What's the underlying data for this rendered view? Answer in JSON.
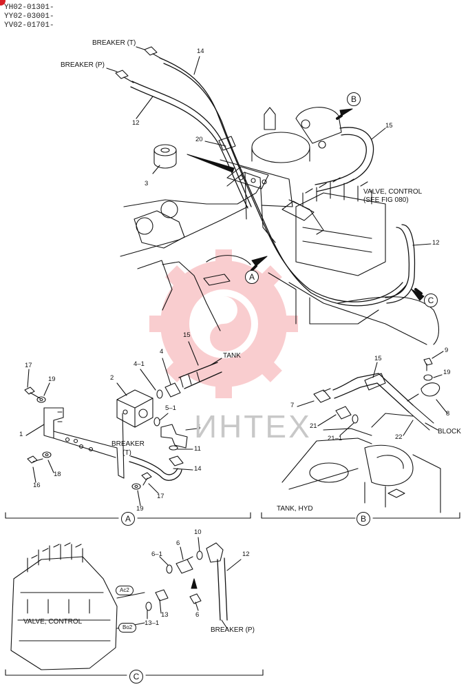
{
  "header": {
    "serial_lines": [
      "YH02-01301-",
      "YY02-03001-",
      "YV02-01701-"
    ]
  },
  "watermark": {
    "text": "ИHTEX",
    "color": "#e8222a"
  },
  "main_view": {
    "labels": {
      "breaker_t": "BREAKER (T)",
      "breaker_p": "BREAKER (P)",
      "valve_control_1": "VALVE, CONTROL",
      "valve_control_2": "(SEE FIG 080)",
      "tank": "TANK"
    },
    "callouts": {
      "n14": "14",
      "n12a": "12",
      "n20": "20",
      "n3": "3",
      "n15": "15",
      "n12b": "12"
    },
    "view_markers": {
      "a": "A",
      "b": "B",
      "c": "C"
    }
  },
  "detail_a": {
    "title": "A",
    "labels": {
      "breaker": "BREAKER",
      "breaker_t": "(T)"
    },
    "callouts": {
      "n15": "15",
      "n4_1": "4–1",
      "n4": "4",
      "n2": "2",
      "n17a": "17",
      "n19a": "19",
      "n1": "1",
      "n5_1": "5–1",
      "n5": "5",
      "n11": "11",
      "n18": "18",
      "n16": "16",
      "n14": "14",
      "n17b": "17",
      "n19b": "19"
    }
  },
  "detail_b": {
    "title": "B",
    "labels": {
      "block": "BLOCK",
      "tank_hyd": "TANK, HYD"
    },
    "callouts": {
      "n15": "15",
      "n9": "9",
      "n19": "19",
      "n7": "7",
      "n21": "21",
      "n21_1": "21–1",
      "n8": "8",
      "n22": "22"
    }
  },
  "detail_c": {
    "title": "C",
    "labels": {
      "valve_control": "VALVE, CONTROL",
      "breaker_p": "BREAKER (P)",
      "ac2": "Ac2",
      "bo2": "Bo2"
    },
    "callouts": {
      "n10": "10",
      "n6": "6",
      "n6_1": "6–1",
      "n12": "12",
      "n13": "13",
      "n13_1": "13–1",
      "n6b": "6"
    }
  }
}
